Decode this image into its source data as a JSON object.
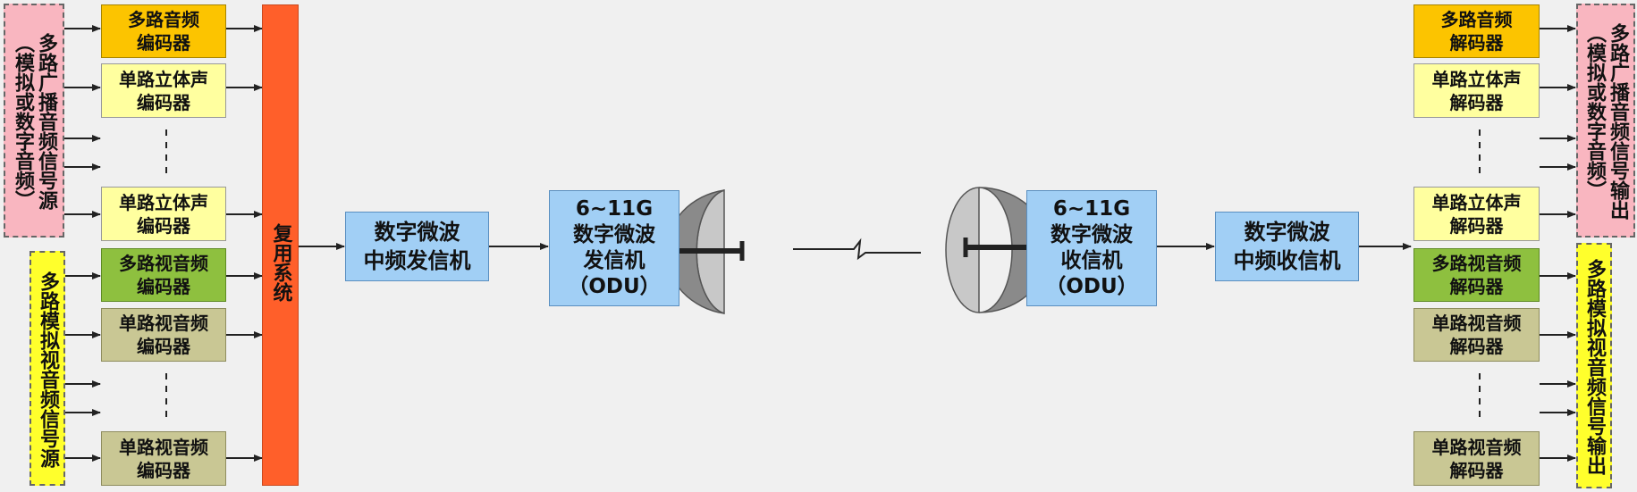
{
  "colors": {
    "orange": "#fcc400",
    "light_yellow": "#ffff9f",
    "green": "#8ec03f",
    "khaki": "#c9c794",
    "blue": "#a1cff5",
    "pink": "#f9b6c0",
    "yellow": "#ffff2c",
    "mux": "#ff5f2a"
  },
  "left": {
    "audio_source_label": "多路广播音频信号源\n（模拟或数字音频）",
    "video_source_label": "多路模拟视音频信号源",
    "multi_audio_encoder": "多路音频\n编码器",
    "stereo_encoder_1": "单路立体声\n编码器",
    "stereo_encoder_2": "单路立体声\n编码器",
    "multi_video_encoder": "多路视音频\n编码器",
    "single_video_encoder_1": "单路视音频\n编码器",
    "single_video_encoder_2": "单路视音频\n编码器",
    "mux_label": "复用系统"
  },
  "center": {
    "if_transmitter": "数字微波\n中频发信机",
    "odu_transmitter": "6~11G\n数字微波\n发信机\n（ODU）",
    "odu_receiver": "6~11G\n数字微波\n收信机\n（ODU）",
    "if_receiver": "数字微波\n中频收信机"
  },
  "right": {
    "multi_audio_decoder": "多路音频\n解码器",
    "stereo_decoder_1": "单路立体声\n解码器",
    "stereo_decoder_2": "单路立体声\n解码器",
    "multi_video_decoder": "多路视音频\n解码器",
    "single_video_decoder_1": "单路视音频\n解码器",
    "single_video_decoder_2": "单路视音频\n解码器",
    "audio_output_label": "多路广播音频信号输出\n（模拟或数字音频）",
    "video_output_label": "多路模拟视音频信号输出"
  }
}
